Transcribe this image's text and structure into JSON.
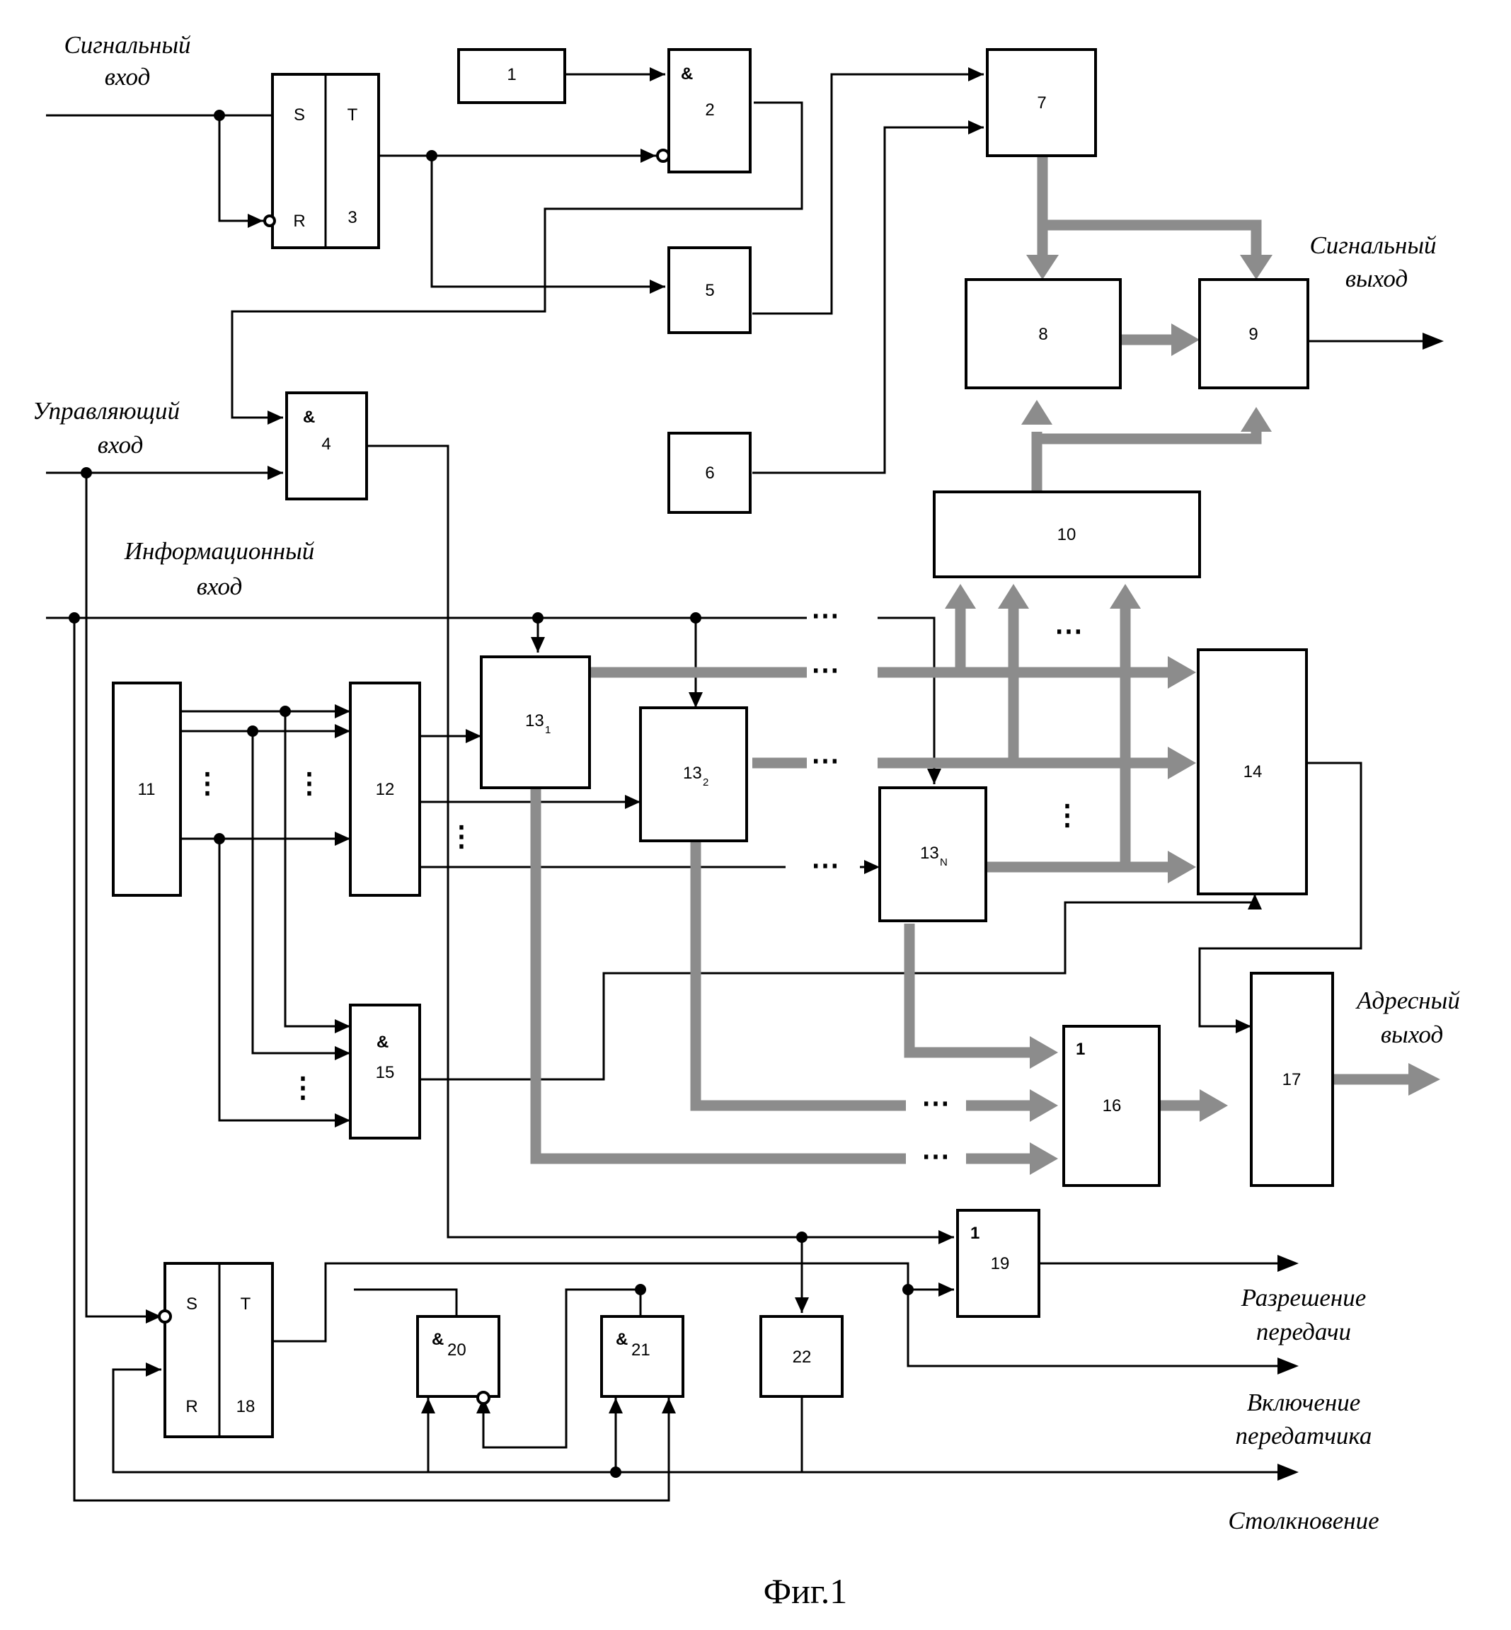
{
  "caption": "Фиг.1",
  "labels": {
    "signal_in_1": "Сигнальный",
    "signal_in_2": "вход",
    "control_in_1": "Управляющий",
    "control_in_2": "вход",
    "info_in_1": "Информационный",
    "info_in_2": "вход",
    "signal_out_1": "Сигнальный",
    "signal_out_2": "выход",
    "address_out_1": "Адресный",
    "address_out_2": "выход",
    "tx_enable_1": "Разрешение",
    "tx_enable_2": "передачи",
    "tx_on_1": "Включение",
    "tx_on_2": "передатчика",
    "collision": "Столкновение"
  },
  "blocks": {
    "b1": "1",
    "b2": "2",
    "b3": "3",
    "b4": "4",
    "b5": "5",
    "b6": "6",
    "b7": "7",
    "b8": "8",
    "b9": "9",
    "b10": "10",
    "b11": "11",
    "b12": "12",
    "b13": "13",
    "b13_1": "1",
    "b13_2": "2",
    "b13_n": "N",
    "b14": "14",
    "b15": "15",
    "b16": "16",
    "b17": "17",
    "b18": "18",
    "b19": "19",
    "b20": "20",
    "b21": "21",
    "b22": "22"
  },
  "gates": {
    "and": "&",
    "or": "1",
    "set": "S",
    "reset": "R",
    "trigger": "T"
  },
  "ellipsis": "⋯",
  "vellipsis": "⋮"
}
